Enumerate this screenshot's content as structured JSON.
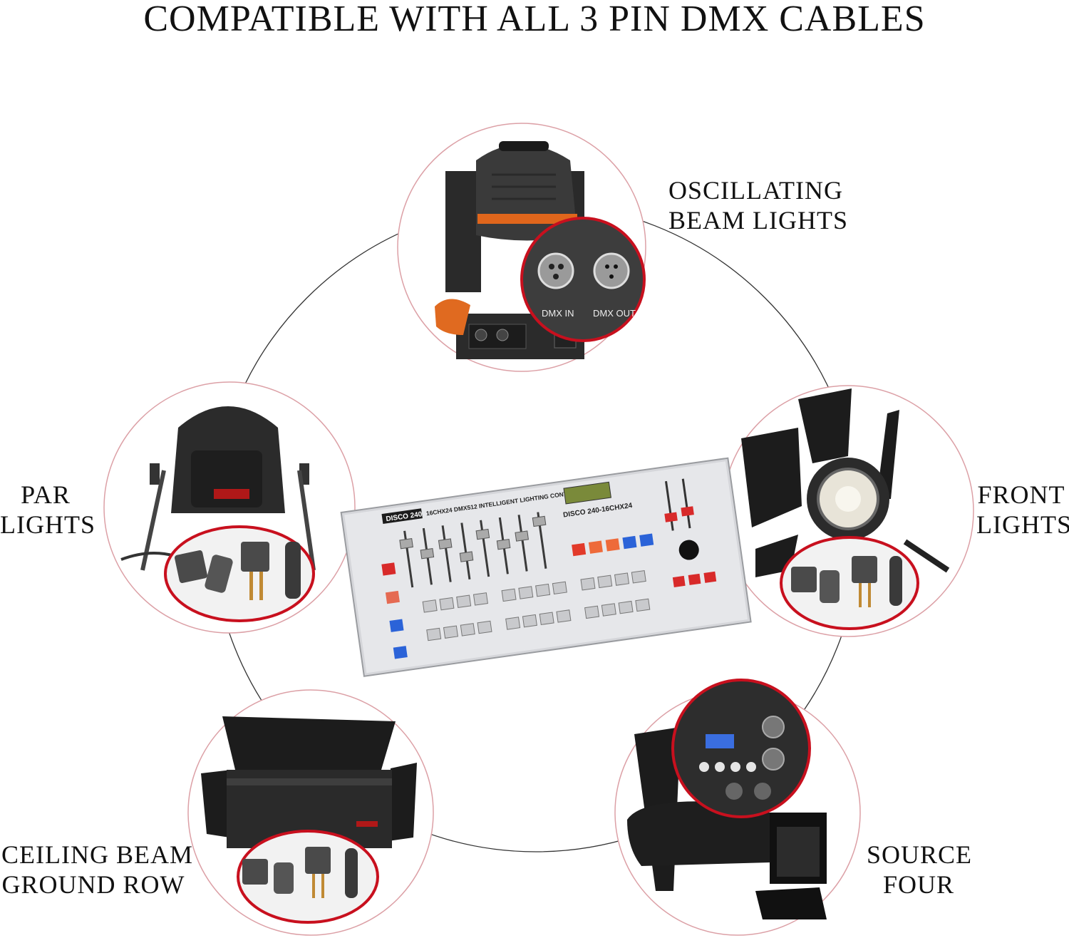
{
  "title": "COMPATIBLE WITH ALL 3 PIN DMX CABLES",
  "fixtures": [
    {
      "line1": "OSCILLATING",
      "line2": "BEAM LIGHTS"
    },
    {
      "line1": "PAR",
      "line2": "LIGHTS"
    },
    {
      "line1": "FRONT",
      "line2": "LIGHTS"
    },
    {
      "line1": "CEILING BEAM",
      "line2": "GROUND ROW"
    },
    {
      "line1": "SOURCE",
      "line2": "FOUR"
    }
  ],
  "controller": {
    "brand_badge": "DISCO 240",
    "header_text": "16CHX24 DMX512 INTELLIGENT LIGHTING CONTROLLER",
    "model_text": "DISCO 240-16CHX24"
  },
  "ports": {
    "in": "DMX IN",
    "out": "DMX OUT"
  },
  "colors": {
    "ring": "#c8101e",
    "connector": "#4a4a4a",
    "fixture": "#2a2a2a"
  }
}
